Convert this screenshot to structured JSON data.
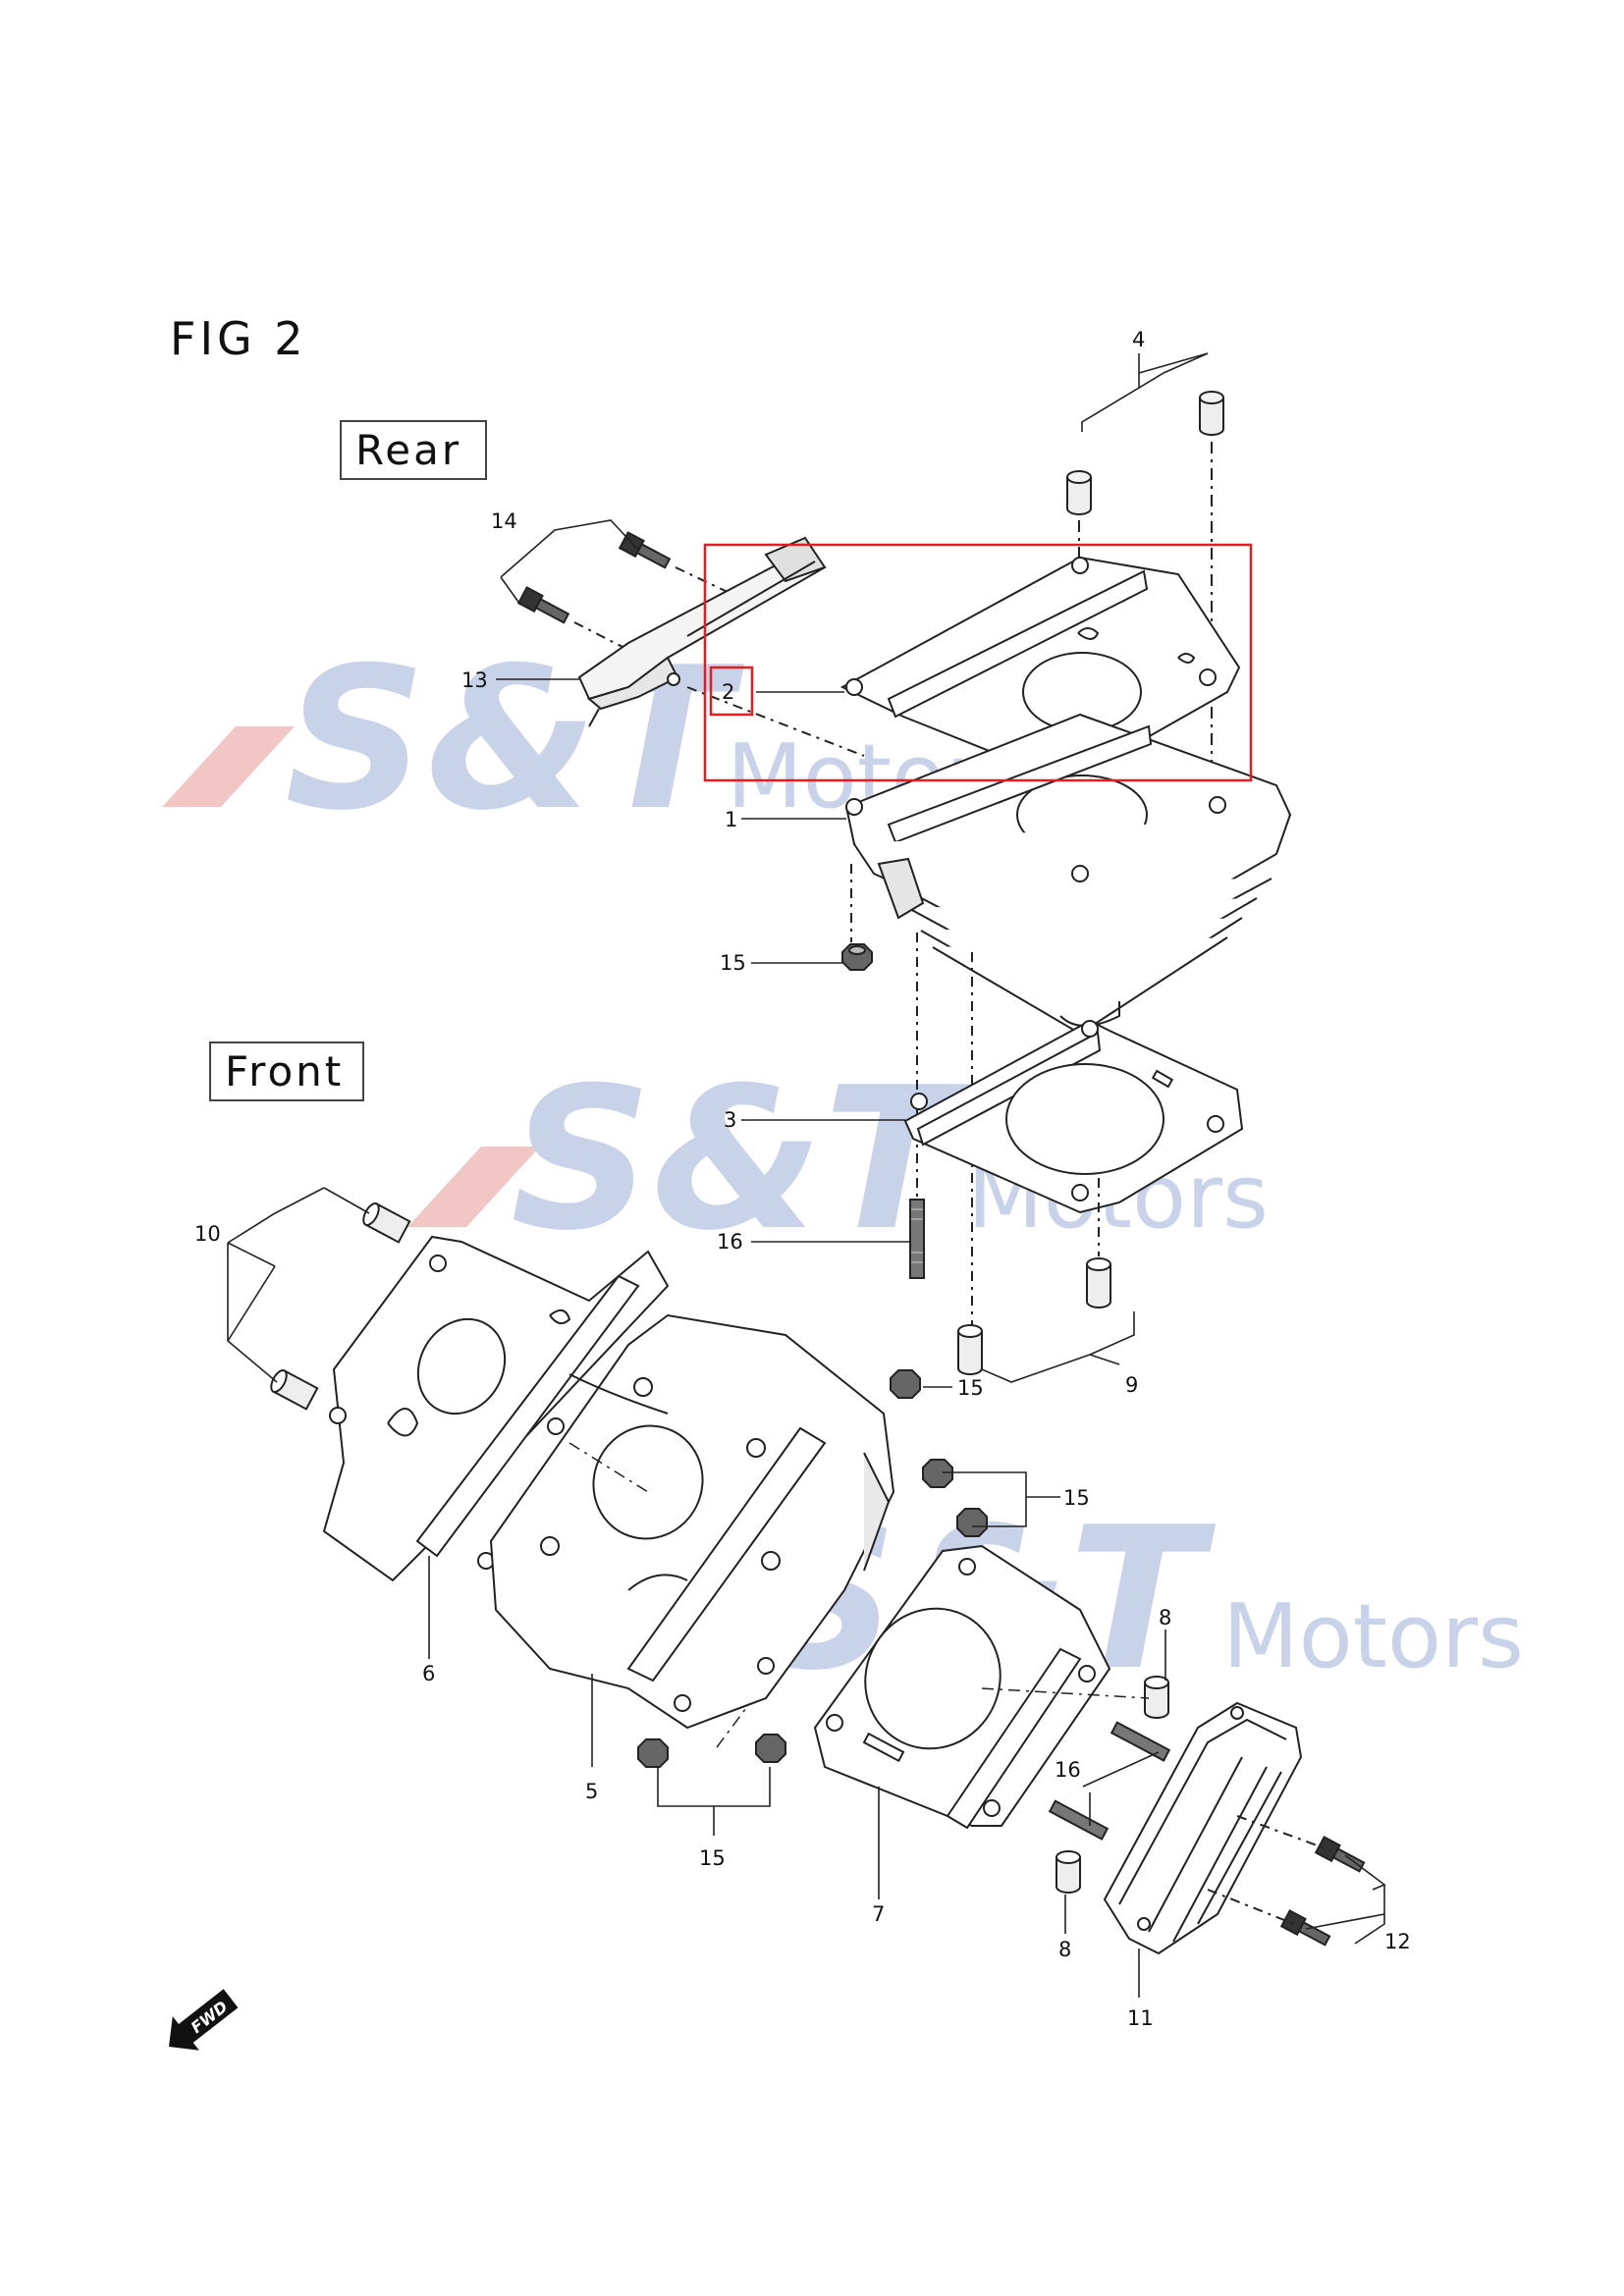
{
  "figure": {
    "title": "FIG 2",
    "view_rear": "Rear",
    "view_front": "Front"
  },
  "watermark": {
    "brand": "S&T",
    "sub": "Motors",
    "colors": {
      "main": "#c8d3ea",
      "slash": "#f3c6c6"
    }
  },
  "callouts": {
    "c1": "1",
    "c2": "2",
    "c3": "3",
    "c4": "4",
    "c5": "5",
    "c6": "6",
    "c7": "7",
    "c8a": "8",
    "c8b": "8",
    "c9": "9",
    "c10": "10",
    "c11": "11",
    "c12": "12",
    "c13": "13",
    "c14": "14",
    "c15a": "15",
    "c15b": "15",
    "c15c": "15",
    "c15d": "15",
    "c16a": "16",
    "c16b": "16"
  },
  "fwd_arrow": {
    "label": "FWD",
    "icon": "fwd-arrow-icon"
  },
  "highlight": {
    "color": "#e02020",
    "target_part": "2"
  }
}
